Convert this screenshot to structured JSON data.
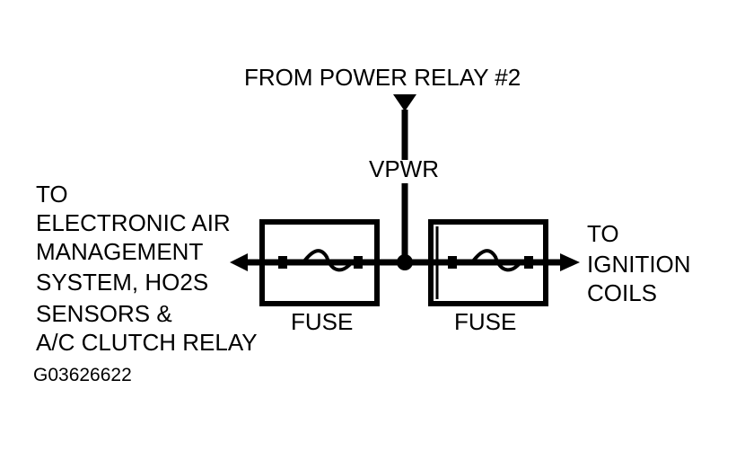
{
  "source_label": "FROM POWER RELAY #2",
  "supply_label": "VPWR",
  "left_destination_lines": [
    "TO",
    "ELECTRONIC AIR",
    "MANAGEMENT",
    "SYSTEM, HO2S",
    "SENSORS &",
    "A/C CLUTCH RELAY"
  ],
  "right_destination_lines": [
    "TO",
    "IGNITION",
    "COILS"
  ],
  "fuses": [
    {
      "label": "FUSE"
    },
    {
      "label": "FUSE"
    }
  ],
  "figure_code": "G03626622",
  "colors": {
    "line": "#000000",
    "background": "#ffffff"
  }
}
